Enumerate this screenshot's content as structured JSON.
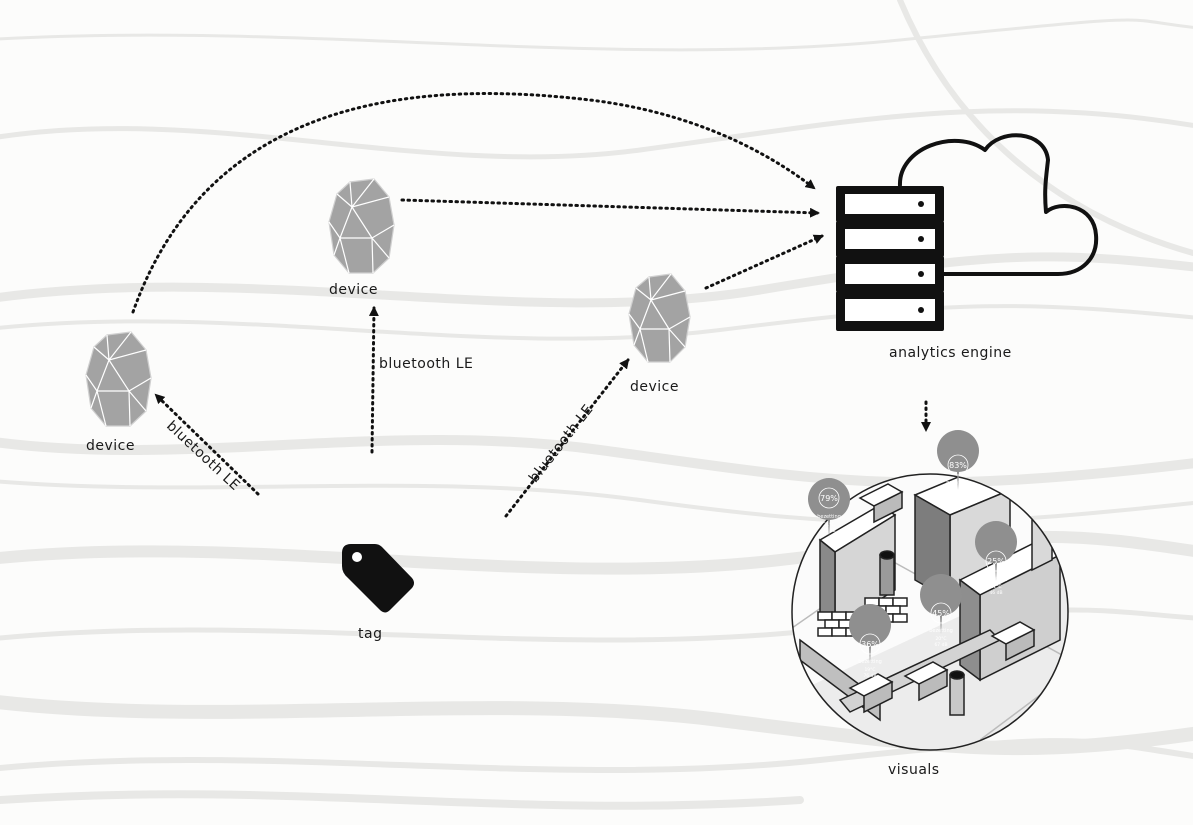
{
  "nodes": {
    "device_left": "device",
    "device_middle": "device",
    "device_right": "device",
    "tag": "tag",
    "analytics": "analytics engine",
    "visuals": "visuals"
  },
  "edges": {
    "ble_left": "bluetooth LE",
    "ble_middle": "bluetooth LE",
    "ble_right": "bluetooth LE"
  },
  "visuals_markers": [
    {
      "pct": "79%",
      "word": "bezetting",
      "l1": "21°C",
      "l2": "75 dB"
    },
    {
      "pct": "83%",
      "word": "bezetting",
      "l1": "20°C",
      "l2": "60 dB"
    },
    {
      "pct": "25%",
      "word": "bezetting",
      "l1": "21°C",
      "l2": "46 dB"
    },
    {
      "pct": "45%",
      "word": "bezetting",
      "l1": "20°C",
      "l2": "67 dB"
    },
    {
      "pct": "36%",
      "word": "bezetting",
      "l1": "19°C",
      "l2": "76 dB"
    }
  ],
  "colors": {
    "background": "#fcfcfb",
    "swirl": "#e9e9e7",
    "device_fill": "#a3a3a3",
    "dark": "#111111",
    "marker": "#8f8f8f"
  }
}
